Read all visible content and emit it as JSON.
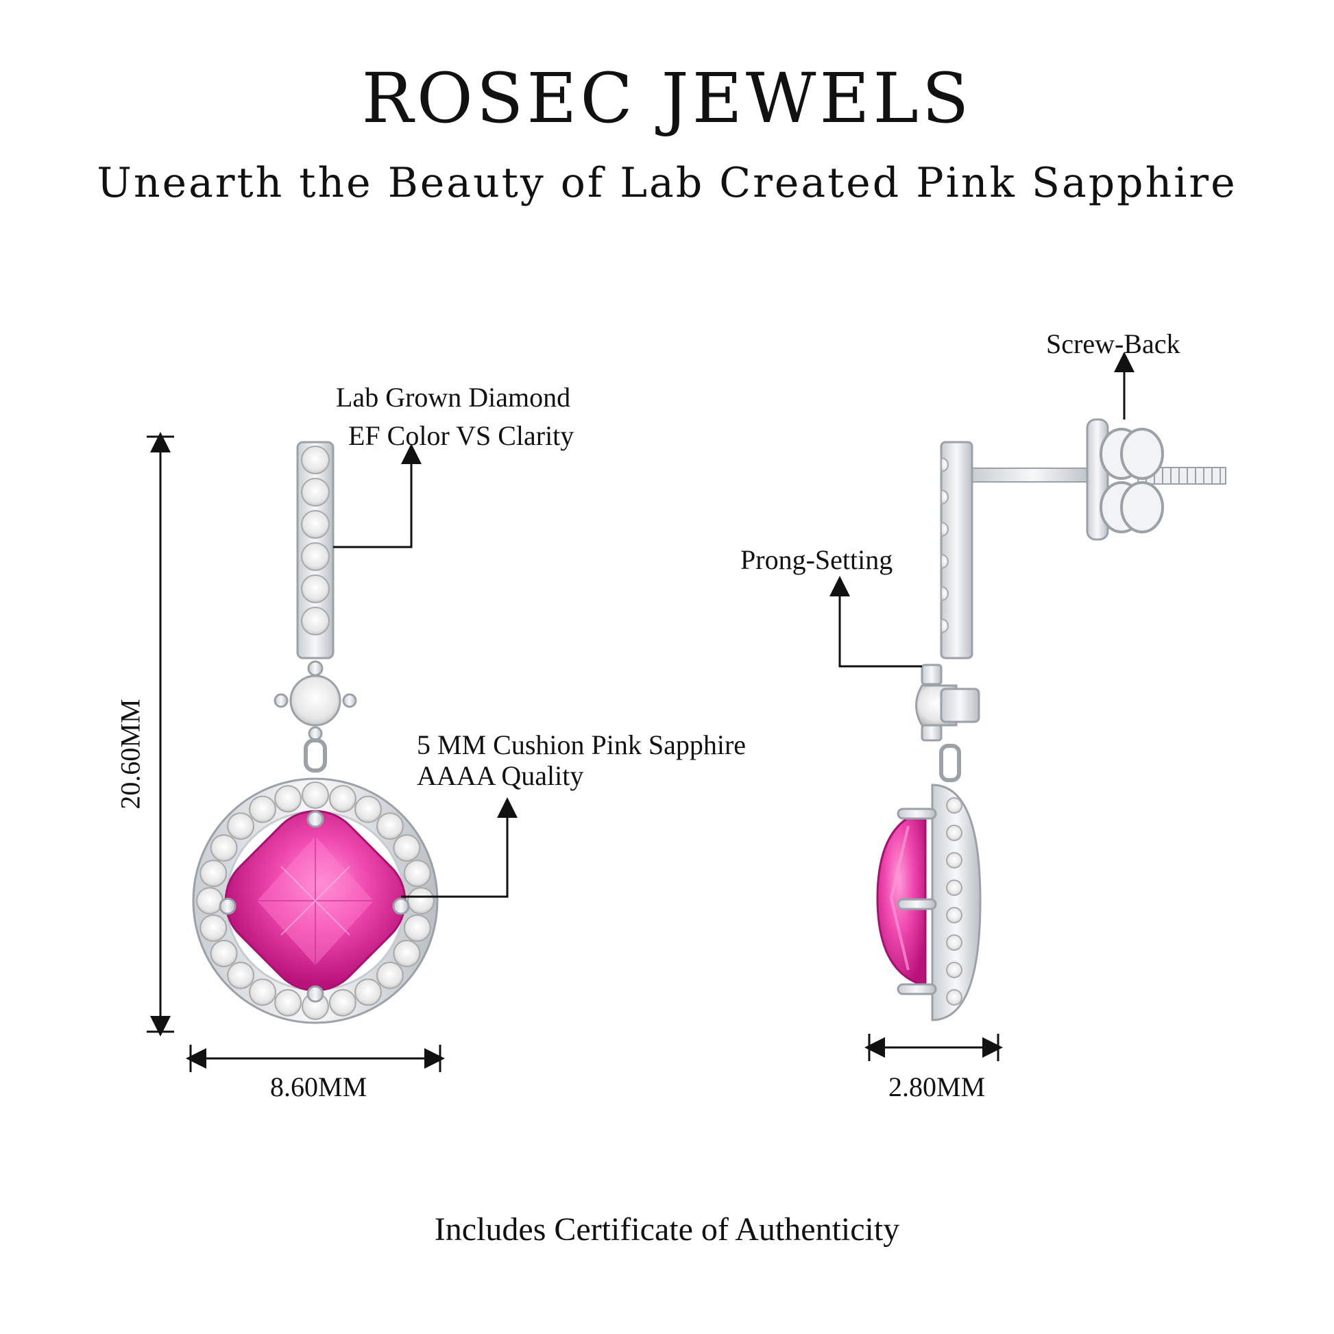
{
  "header": {
    "brand": "ROSEC JEWELS",
    "tagline": "Unearth the Beauty of Lab Created Pink Sapphire"
  },
  "front_view": {
    "diamond_label_line1": "Lab Grown Diamond",
    "diamond_label_line2": "EF Color VS Clarity",
    "sapphire_label_line1": "5 MM Cushion Pink Sapphire",
    "sapphire_label_line2": "AAAA Quality",
    "height_label": "20.60MM",
    "width_label": "8.60MM"
  },
  "side_view": {
    "screw_back_label": "Screw-Back",
    "prong_label": "Prong-Setting",
    "depth_label": "2.80MM"
  },
  "footer": {
    "text": "Includes Certificate of Authenticity"
  },
  "colors": {
    "metal": "#e9ecef",
    "metal_edge": "#9aa1a8",
    "sapphire": "#f04ab0",
    "sapphire_dark": "#c2187e",
    "diamond": "#f4f4f4"
  }
}
